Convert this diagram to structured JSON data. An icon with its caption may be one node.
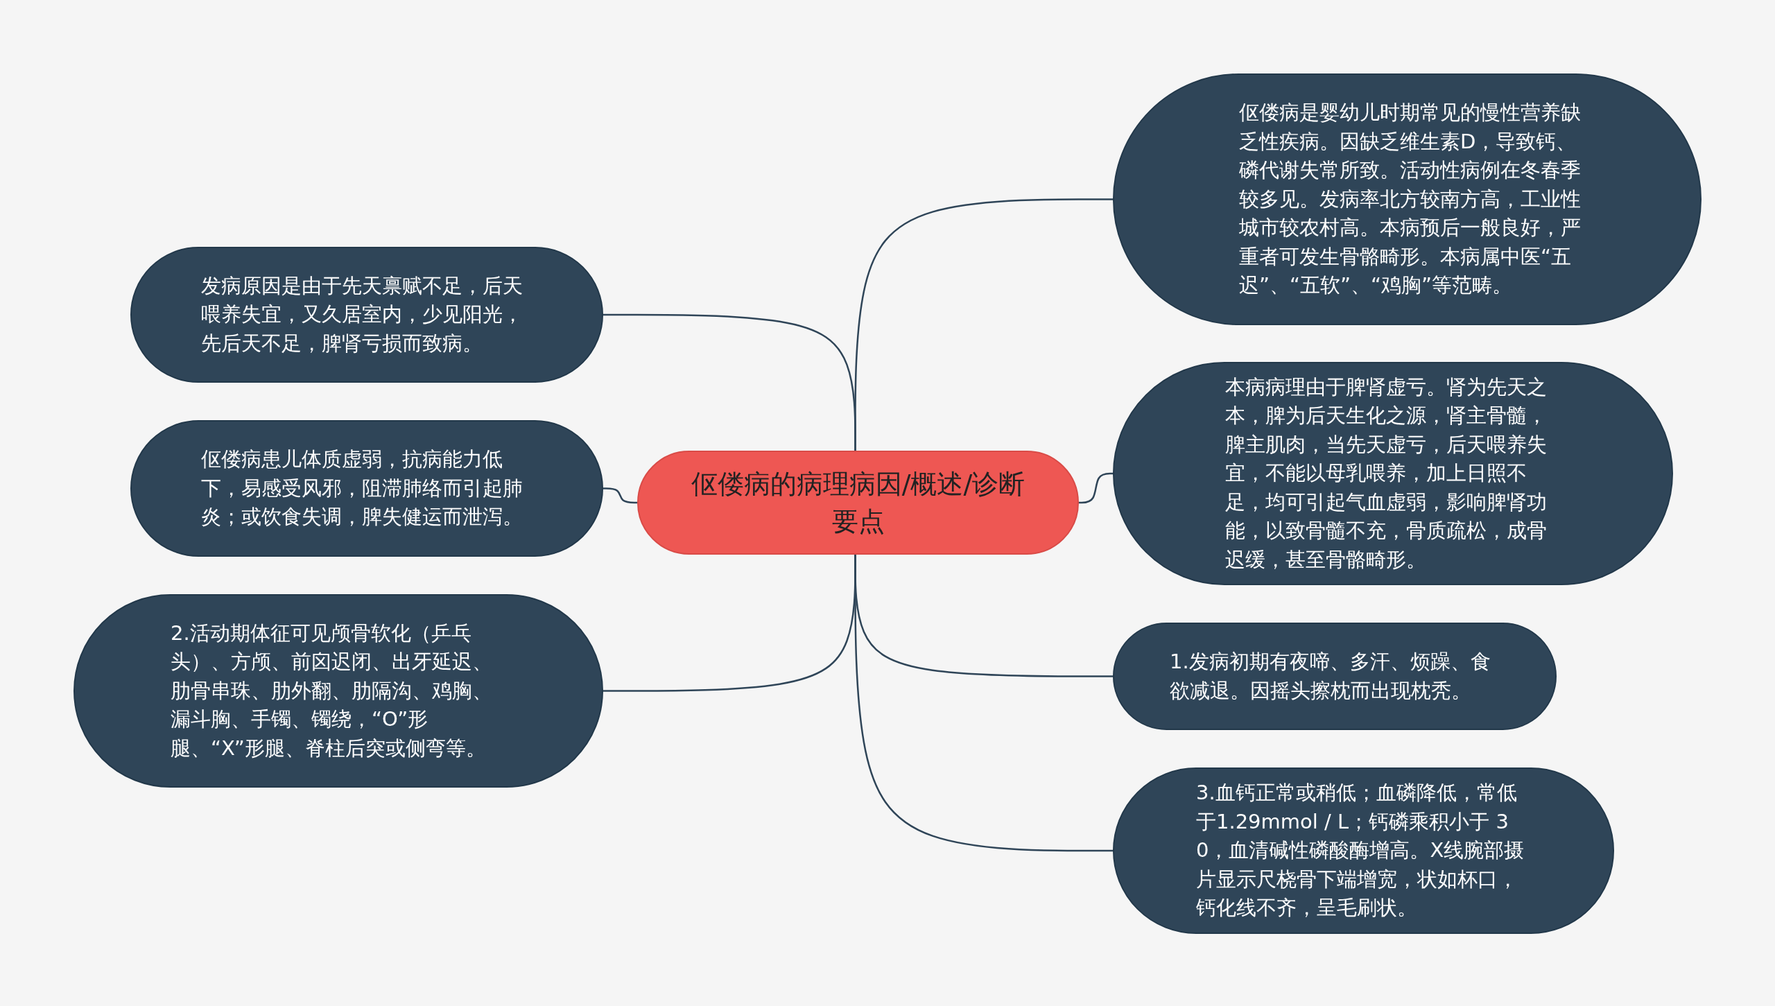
{
  "diagram": {
    "nodes": [
      {
        "text": [
          "伛偻病的病理病因/概述/诊断要点"
        ]
      },
      {
        "text": [
          "伛偻病是婴幼儿时期常见的慢性营养缺乏性疾病。因缺乏维生素D，导致钙、磷代谢失常所致。活动性病例在冬春季较多见。发病率北方较南方高，工业性城市较农村高。本病预后一般良好，严重者可发生骨骼畸形。本病属中医“五迟”、“五软”、“鸡胸”等范畴。"
        ]
      },
      {
        "text": [
          "本病病理由于脾肾虚亏。肾为先天之本，脾为后天生化之源，肾主骨髓，脾主肌肉，当先天虚亏，后天喂养失宜，不能以母乳喂养，加上日照不足，均可引起气血虚弱，影响脾肾功能，以致骨髓不充，骨质疏松，成骨迟缓，甚至骨骼畸形。"
        ]
      },
      {
        "text": [
          "1.发病初期有夜啼、多汗、烦躁、食欲减退。因摇头擦枕而出现枕秃。"
        ]
      },
      {
        "text": [
          "3.血钙正常或稍低；血磷降低，常低于1.29mmol / L；钙磷乘积小于 30，血清碱性磷酸酶增高。X线腕部摄片显示尺桡骨下端增宽，状如杯口，钙化线不齐，呈毛刷状。"
        ]
      },
      {
        "text": [
          "发病原因是由于先天禀赋不足，后天喂养失宜，又久居室内，少见阳光，先后天不足，脾肾亏损而致病。"
        ]
      },
      {
        "text": [
          "伛偻病患儿体质虚弱，抗病能力低下，易感受风邪，阻滞肺络而引起肺炎；或饮食失调，脾失健运而泄泻。"
        ]
      },
      {
        "text": [
          "2.活动期体征可见颅骨软化（乒乓头）、方颅、前囟迟闭、出牙延迟、肋骨串珠、肋外翻、肋隔沟、鸡胸、漏斗胸、手镯、镯绕，“O”形腿、“X”形腿、脊柱后突或侧弯等。"
        ]
      }
    ],
    "edges": [
      {
        "from": 0,
        "to": 1,
        "arrow": "none"
      },
      {
        "from": 0,
        "to": 2,
        "arrow": "none"
      },
      {
        "from": 0,
        "to": 3,
        "arrow": "none"
      },
      {
        "from": 0,
        "to": 4,
        "arrow": "none"
      },
      {
        "from": 0,
        "to": 5,
        "arrow": "none"
      },
      {
        "from": 0,
        "to": 6,
        "arrow": "none"
      },
      {
        "from": 0,
        "to": 7,
        "arrow": "none"
      }
    ]
  }
}
